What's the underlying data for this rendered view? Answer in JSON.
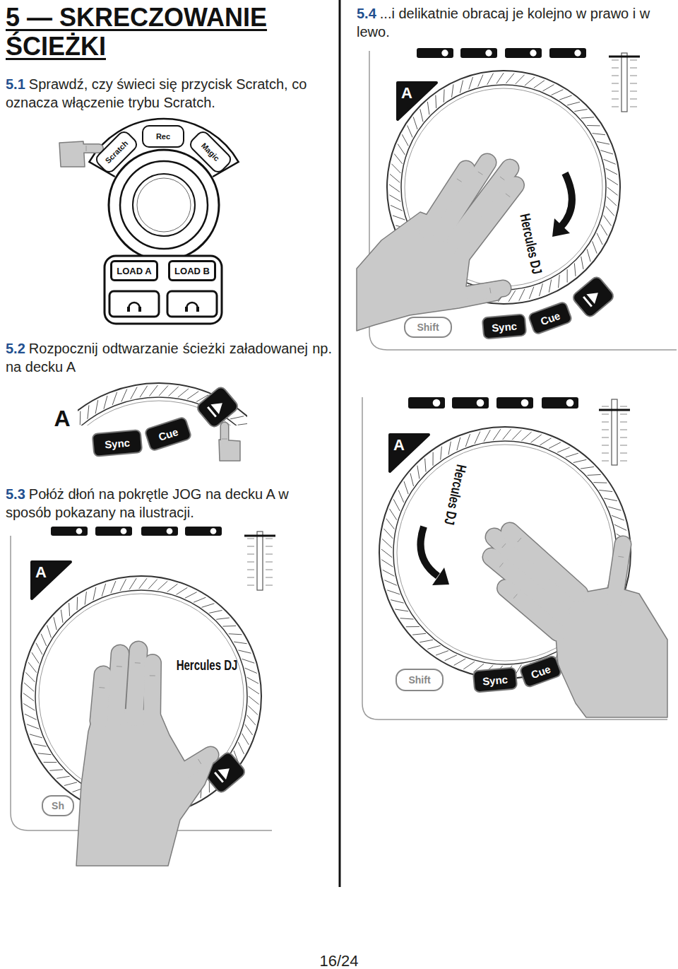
{
  "diagram": {
    "title": "5 — SKRECZOWANIE ŚCIEŻKI",
    "nodes": [
      {
        "text": [
          "Scratch"
        ]
      },
      {
        "text": [
          "Rec"
        ]
      },
      {
        "text": [
          "Magic"
        ]
      },
      {
        "text": [
          "LOAD A"
        ]
      },
      {
        "text": [
          "LOAD B"
        ]
      },
      {
        "text": [
          "Sync"
        ]
      },
      {
        "text": [
          "Cue"
        ]
      },
      {
        "text": [
          "Sh"
        ]
      },
      {
        "text": [
          "Shift"
        ]
      },
      {
        "text": [
          "Sync"
        ]
      },
      {
        "text": [
          "Cue"
        ]
      },
      {
        "text": [
          "Shift"
        ]
      },
      {
        "text": [
          "Sync"
        ]
      },
      {
        "text": [
          "Cue"
        ]
      }
    ],
    "labels": [
      "5.1",
      "Sprawdź, czy świeci się przycisk Scratch, co oznacza włączenie trybu Scratch.",
      "5.2",
      "Rozpocznij odtwarzanie ścieżki załadowanej np. na decku A",
      "A",
      "5.3",
      "Połóż dłoń na pokrętle JOG na decku A w sposób pokazany na ilustracji.",
      "A",
      "Hercules DJ",
      "5.4",
      "...i delikatnie obracaj je kolejno w prawo i w lewo.",
      "A",
      "Hercules DJ",
      "A",
      "Hercules DJ",
      "16/24"
    ]
  }
}
